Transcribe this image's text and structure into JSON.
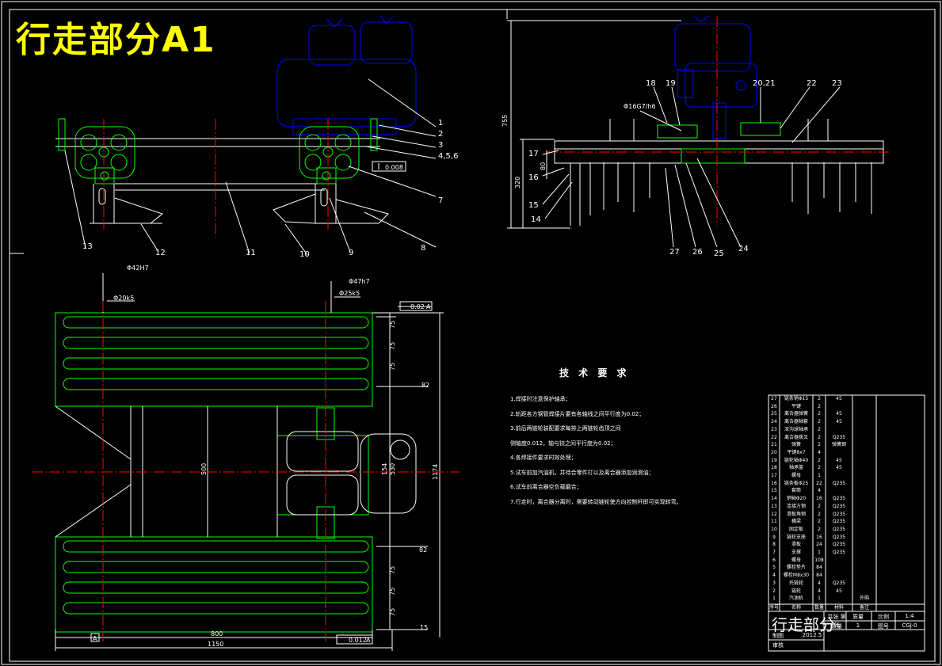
{
  "title": "行走部分A1",
  "colors": {
    "frame": "#00ff00",
    "engine": "#0000ff",
    "lines": "#ffffff",
    "title": "#ffff00",
    "centerline": "#ff0000"
  },
  "part_callouts_front": [
    "1",
    "2",
    "3",
    "4,5,6",
    "7",
    "8",
    "9",
    "10",
    "11",
    "12",
    "13"
  ],
  "part_callouts_side": [
    "18",
    "19",
    "20,21",
    "22",
    "23",
    "17",
    "16",
    "15",
    "14",
    "27",
    "26",
    "25",
    "24"
  ],
  "dimensions": {
    "front_tolerance": "0.008",
    "side_height_total": "755",
    "side_height_frame": "320",
    "side_small": "80",
    "side_fit": "Φ16G7/h6",
    "plan_fit_1": "Φ42H7",
    "plan_fit_2": "Φ20k5",
    "plan_fit_3": "Φ47h7",
    "plan_fit_4": "Φ25k5",
    "plan_tol_top": "0.02",
    "plan_tol_top_ref": "A",
    "plan_tol_bottom": "0.012",
    "plan_tol_bottom_ref": "A",
    "plan_datum": "A",
    "pitch": "75",
    "width_right": "82",
    "width_right_2": "82",
    "center_height": "500",
    "mid_a": "154",
    "mid_b": "530",
    "overall_height": "1174",
    "bottom_gap": "15",
    "overall_width_1": "800",
    "overall_width_2": "1150"
  },
  "tech_requirements": {
    "heading": "技 术 要 求",
    "items": [
      "1.焊接时注意保护轴承；",
      "2.轨距各方钢管焊接片要有各轴线之间平行度为0.02；",
      "3.前后两链轮装配要求每排上两链轮齿顶之间",
      "  侧轴度0.012，轴与铰之间平行度为0.02；",
      "4.各焊接件要求时效处理；",
      "5.试车前加汽油机，并待合零件打以及离合器添加润滑油；",
      "6.试车前离合器空负载磨合；",
      "7.行走时，离合器分离时，需要转动链轮使方向控制杆即可实现转弯。"
    ]
  },
  "title_block": {
    "rows": [
      [
        "27",
        "链条销Φ15",
        "2",
        "45",
        ""
      ],
      [
        "26",
        "平键",
        "2",
        "",
        ""
      ],
      [
        "25",
        "离合器弹簧",
        "2",
        "45",
        ""
      ],
      [
        "24",
        "离合器轴套",
        "2",
        "45",
        ""
      ],
      [
        "23",
        "深沟球轴承",
        "2",
        "",
        ""
      ],
      [
        "22",
        "离合器拨叉",
        "2",
        "Q235",
        ""
      ],
      [
        "21",
        "弹簧",
        "2",
        "弹簧钢",
        ""
      ],
      [
        "20",
        "平键8x7",
        "4",
        "",
        ""
      ],
      [
        "19",
        "链轮轴Φ40",
        "2",
        "45",
        ""
      ],
      [
        "18",
        "轴承盖",
        "2",
        "45",
        ""
      ],
      [
        "17",
        "螺母",
        "1",
        "",
        ""
      ],
      [
        "16",
        "链条板Φ25",
        "22",
        "Q235",
        ""
      ],
      [
        "15",
        "套筒",
        "4",
        "",
        ""
      ],
      [
        "14",
        "销轴Φ20",
        "16",
        "Q235",
        ""
      ],
      [
        "13",
        "连接方钢",
        "2",
        "Q235",
        ""
      ],
      [
        "12",
        "滑板角钢",
        "2",
        "Q235",
        ""
      ],
      [
        "11",
        "横梁",
        "2",
        "Q235",
        ""
      ],
      [
        "10",
        "固定板",
        "2",
        "Q235",
        ""
      ],
      [
        "9",
        "链轮支座",
        "16",
        "Q235",
        ""
      ],
      [
        "8",
        "滑板",
        "24",
        "Q235",
        ""
      ],
      [
        "7",
        "支撑",
        "1",
        "Q235",
        ""
      ],
      [
        "6",
        "螺母",
        "108",
        "",
        ""
      ],
      [
        "5",
        "螺栓垫片",
        "84",
        "",
        ""
      ],
      [
        "4",
        "螺栓M8x30",
        "84",
        "",
        ""
      ],
      [
        "3",
        "托链轮",
        "4",
        "Q235",
        ""
      ],
      [
        "2",
        "链轮",
        "4",
        "45",
        ""
      ],
      [
        "1",
        "汽油机",
        "1",
        "",
        "外购"
      ]
    ],
    "header": [
      "序号",
      "名称",
      "数量",
      "材料",
      "备注"
    ],
    "name": "行走部分",
    "scale_label": "比例",
    "scale": "1:4",
    "weight_label": "质量",
    "count_label": "数量",
    "count": "1",
    "sheet_label": "共张 第张",
    "drawing_no_label": "图号",
    "drawing_no": "CGJ-0",
    "drawn_label": "制图",
    "checked_label": "审核",
    "date": "2012.5"
  }
}
